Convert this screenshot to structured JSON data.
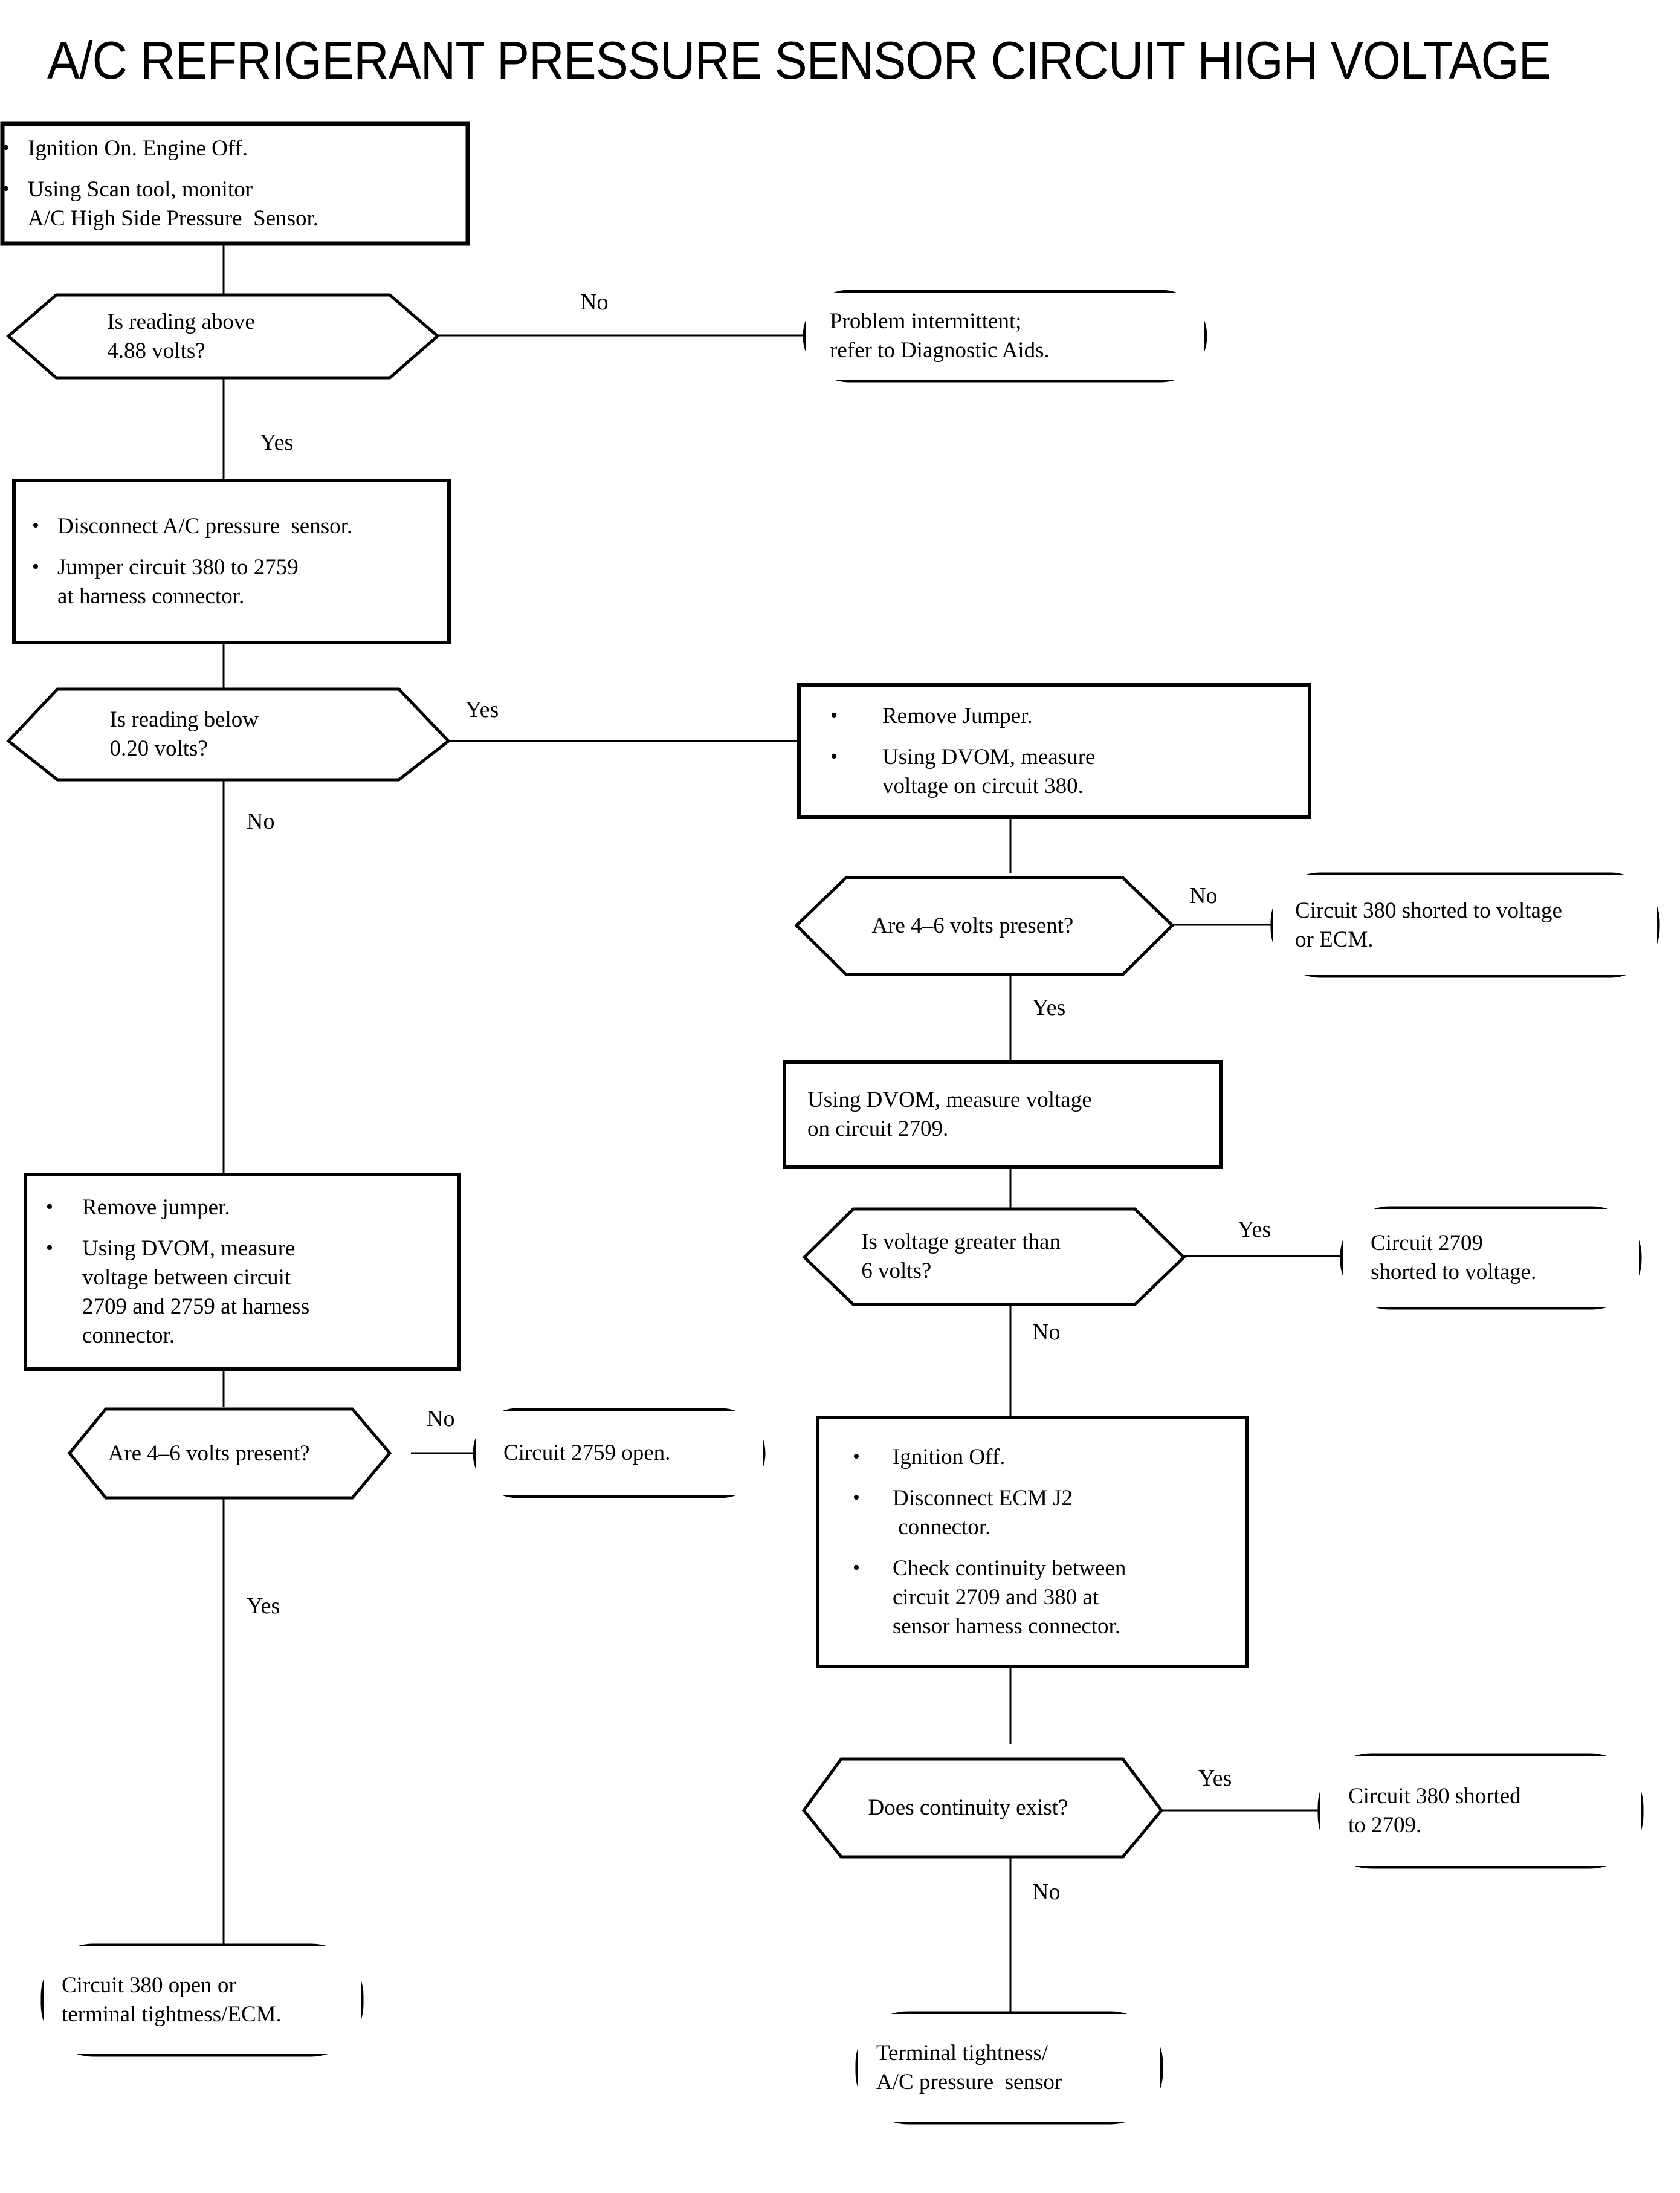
{
  "title": "A/C REFRIGERANT PRESSURE SENSOR CIRCUIT HIGH VOLTAGE",
  "diagram": {
    "type": "flowchart",
    "nodes": {
      "n1": {
        "shape": "process",
        "bullets": [
          "Ignition On. Engine Off.",
          "Using Scan tool, monitor\nA/C High Side Pressure  Sensor."
        ]
      },
      "n2": {
        "shape": "decision",
        "text": "Is reading above\n4.88 volts?"
      },
      "n3": {
        "shape": "terminal",
        "text": "Problem intermittent;\nrefer to Diagnostic Aids."
      },
      "n4": {
        "shape": "process",
        "bullets": [
          "Disconnect A/C pressure  sensor.",
          "Jumper circuit 380 to 2759\nat harness connector."
        ]
      },
      "n5": {
        "shape": "decision",
        "text": "Is reading below\n0.20 volts?"
      },
      "n6": {
        "shape": "process",
        "bullets": [
          "Remove Jumper.",
          "Using DVOM, measure\nvoltage on circuit 380."
        ]
      },
      "n7": {
        "shape": "decision",
        "text": "Are 4–6 volts present?"
      },
      "n8": {
        "shape": "terminal",
        "text": "Circuit 380 shorted to voltage\nor ECM."
      },
      "n9": {
        "shape": "process",
        "text": "Using DVOM, measure voltage\non circuit 2709."
      },
      "n10": {
        "shape": "decision",
        "text": "Is voltage greater than\n6 volts?"
      },
      "n11": {
        "shape": "terminal",
        "text": "Circuit 2709\nshorted to voltage."
      },
      "n12": {
        "shape": "process",
        "bullets": [
          "Remove jumper.",
          "Using DVOM, measure\nvoltage between circuit\n2709 and 2759 at harness\nconnector."
        ]
      },
      "n13": {
        "shape": "decision",
        "text": "Are 4–6 volts present?"
      },
      "n14": {
        "shape": "terminal",
        "text": "Circuit 2759 open."
      },
      "n15": {
        "shape": "process",
        "bullets": [
          "Ignition Off.",
          "Disconnect ECM J2\n connector.",
          "Check continuity between\ncircuit 2709 and 380 at\nsensor harness connector."
        ]
      },
      "n16": {
        "shape": "decision",
        "text": "Does continuity exist?"
      },
      "n17": {
        "shape": "terminal",
        "text": "Circuit 380 shorted\nto 2709."
      },
      "n18": {
        "shape": "terminal",
        "text": "Circuit 380 open or\nterminal tightness/ECM."
      },
      "n19": {
        "shape": "terminal",
        "text": "Terminal tightness/\nA/C pressure  sensor"
      }
    },
    "edge_labels": {
      "e1_no": "No",
      "e2_yes": "Yes",
      "e3_yes": "Yes",
      "e4_no": "No",
      "e5_no": "No",
      "e6_yes": "Yes",
      "e7_yes": "Yes",
      "e8_no": "No",
      "e9_no": "No",
      "e10_yes": "Yes",
      "e11_yes": "Yes",
      "e12_no": "No"
    },
    "colors": {
      "stroke": "#000000",
      "fill": "#ffffff",
      "background": "#ffffff"
    }
  }
}
